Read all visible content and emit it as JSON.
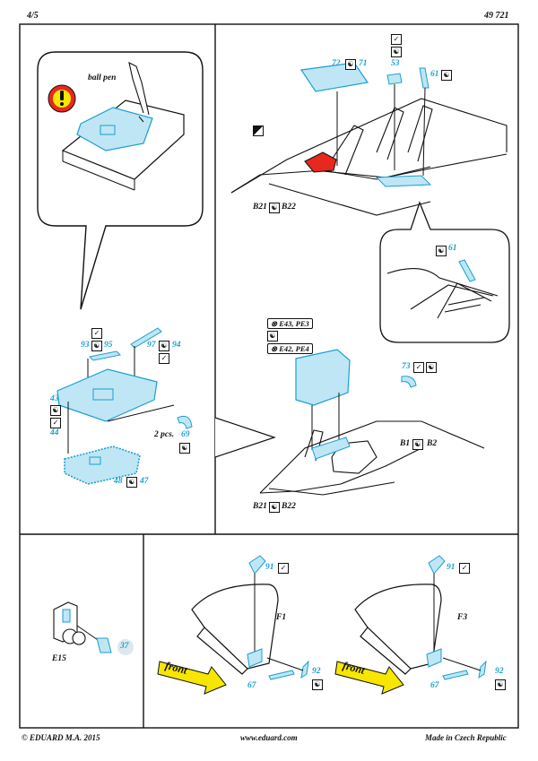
{
  "header": {
    "page": "4/5",
    "code": "49 721"
  },
  "footer": {
    "copyright": "© EDUARD  M.A. 2015",
    "url": "www.eduard.com",
    "made": "Made in Czech Republic"
  },
  "callout": {
    "ball_pen": "ball pen"
  },
  "labels": {
    "b21": "B21",
    "b22": "B22",
    "b1": "B1",
    "b2": "B2",
    "two_pcs": "2 pcs.",
    "e15": "E15",
    "f1": "F1",
    "f3": "F3",
    "front": "front"
  },
  "refs": {
    "r1": "E43, PE3",
    "r2": "E42, PE4"
  },
  "parts": {
    "p72": "72",
    "p71": "71",
    "p53": "53",
    "p61": "61",
    "p61b": "61",
    "p93": "93",
    "p95": "95",
    "p97": "97",
    "p94": "94",
    "p43": "43",
    "p44": "44",
    "p69": "69",
    "p48": "48",
    "p47": "47",
    "p73": "73",
    "p37": "37",
    "p91a": "91",
    "p92a": "92",
    "p67a": "67",
    "p91b": "91",
    "p92b": "92",
    "p67b": "67"
  },
  "colors": {
    "photo_etch": "#1a9fd0",
    "etch_fill": "#bfe6f5",
    "highlight": "#e8281e",
    "arrow": "#f7e600",
    "line": "#111111"
  }
}
